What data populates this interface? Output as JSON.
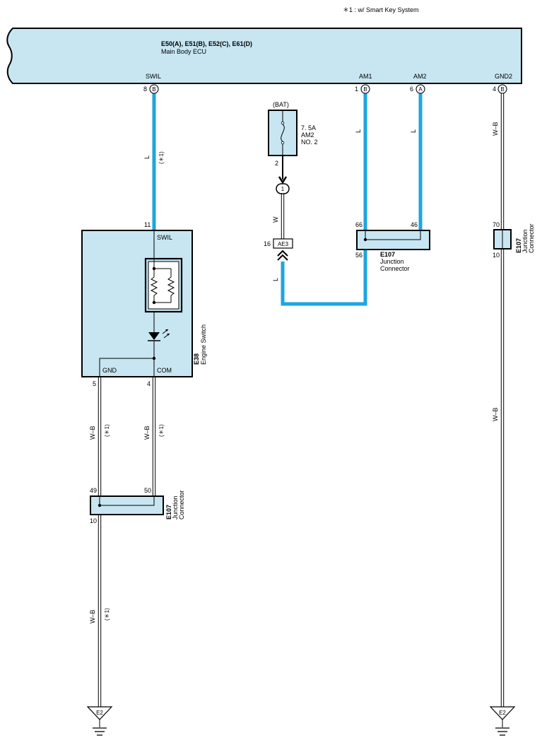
{
  "note": "＊1 : w/ Smart Key System",
  "ecu": {
    "connectors": "E50(A), E51(B), E52(C), E61(D)",
    "name": "Main Body ECU",
    "terminals": [
      {
        "name": "SWIL",
        "pin": "8",
        "conn": "B"
      },
      {
        "name": "AM1",
        "pin": "1",
        "conn": "B"
      },
      {
        "name": "AM2",
        "pin": "6",
        "conn": "A"
      },
      {
        "name": "GND2",
        "pin": "4",
        "conn": "B"
      }
    ]
  },
  "fuse": {
    "source": "(BAT)",
    "rating": "7. 5A",
    "name": "AM2",
    "number": "NO. 2",
    "pin": "2"
  },
  "inline_connector": {
    "id": "1"
  },
  "ae3": {
    "pin": "16",
    "id": "AE3"
  },
  "engine_switch": {
    "code": "E38",
    "name": "Engine Switch",
    "pin_swil": "11",
    "label_swil": "SWIL",
    "pin_gnd": "5",
    "label_gnd": "GND",
    "pin_com": "4",
    "label_com": "COM"
  },
  "jc_am": {
    "code": "E107",
    "line1": "Junction",
    "line2": "Connector",
    "pin_a": "66",
    "pin_b": "46",
    "pin_c": "56"
  },
  "jc_gnd2": {
    "code": "E107",
    "line1": "Junction",
    "line2": "Connector",
    "pin_top": "70",
    "pin_bottom": "10"
  },
  "jc_low": {
    "code": "E107",
    "line1": "Junction",
    "line2": "Connector",
    "pin_a": "49",
    "pin_b": "50",
    "pin_c": "10"
  },
  "wires": {
    "swil_color": "L",
    "am1_color": "L",
    "am2_color": "L",
    "gnd2_color": "W–B",
    "fuse_color": "W",
    "ae3_color": "L",
    "gnd_color": "W–B",
    "com_color": "W–B",
    "ground_color": "W–B",
    "option_tag": "(＊1)"
  },
  "grounds": [
    {
      "id": "E2"
    },
    {
      "id": "E2"
    }
  ],
  "colors": {
    "box_fill": "#c7e6f2",
    "wire_blue": "#1ea6e0"
  }
}
